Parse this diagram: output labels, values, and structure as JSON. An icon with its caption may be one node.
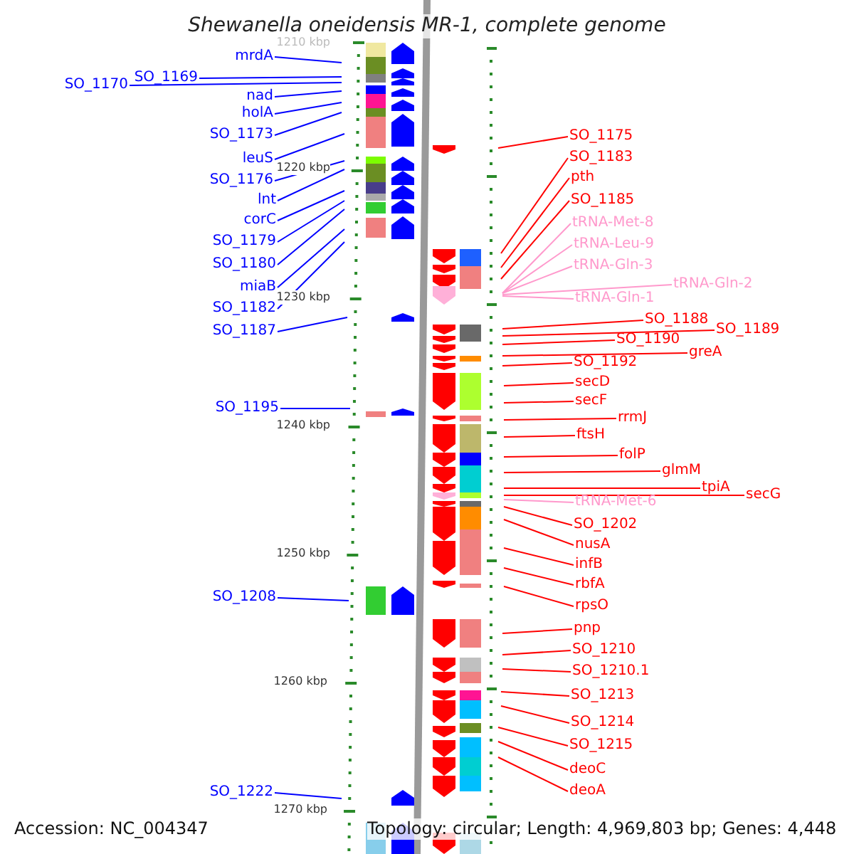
{
  "diagram": {
    "title": "Shewanella oneidensis MR-1, complete genome",
    "nodes": [
      {
        "text": [
          "mrdA"
        ]
      },
      {
        "text": [
          "SO_1169"
        ]
      },
      {
        "text": [
          "SO_1170"
        ]
      },
      {
        "text": [
          "nad"
        ]
      },
      {
        "text": [
          "holA"
        ]
      },
      {
        "text": [
          "SO_1173"
        ]
      },
      {
        "text": [
          "leuS"
        ]
      },
      {
        "text": [
          "SO_1176"
        ]
      },
      {
        "text": [
          "lnt"
        ]
      },
      {
        "text": [
          "corC"
        ]
      },
      {
        "text": [
          "SO_1179"
        ]
      },
      {
        "text": [
          "SO_1180"
        ]
      },
      {
        "text": [
          "miaB"
        ]
      },
      {
        "text": [
          "SO_1182"
        ]
      },
      {
        "text": [
          "SO_1187"
        ]
      },
      {
        "text": [
          "SO_1195"
        ]
      },
      {
        "text": [
          "SO_1208"
        ]
      },
      {
        "text": [
          "SO_1222"
        ]
      },
      {
        "text": [
          "SO_1175"
        ]
      },
      {
        "text": [
          "SO_1183"
        ]
      },
      {
        "text": [
          "pth"
        ]
      },
      {
        "text": [
          "SO_1185"
        ]
      },
      {
        "text": [
          "tRNA-Met-8"
        ]
      },
      {
        "text": [
          "tRNA-Leu-9"
        ]
      },
      {
        "text": [
          "tRNA-Gln-3"
        ]
      },
      {
        "text": [
          "tRNA-Gln-2"
        ]
      },
      {
        "text": [
          "tRNA-Gln-1"
        ]
      },
      {
        "text": [
          "SO_1188"
        ]
      },
      {
        "text": [
          "SO_1189"
        ]
      },
      {
        "text": [
          "SO_1190"
        ]
      },
      {
        "text": [
          "greA"
        ]
      },
      {
        "text": [
          "SO_1192"
        ]
      },
      {
        "text": [
          "secD"
        ]
      },
      {
        "text": [
          "secF"
        ]
      },
      {
        "text": [
          "rrmJ"
        ]
      },
      {
        "text": [
          "ftsH"
        ]
      },
      {
        "text": [
          "folP"
        ]
      },
      {
        "text": [
          "glmM"
        ]
      },
      {
        "text": [
          "tpiA"
        ]
      },
      {
        "text": [
          "secG"
        ]
      },
      {
        "text": [
          "tRNA-Met-6"
        ]
      },
      {
        "text": [
          "SO_1202"
        ]
      },
      {
        "text": [
          "nusA"
        ]
      },
      {
        "text": [
          "infB"
        ]
      },
      {
        "text": [
          "rbfA"
        ]
      },
      {
        "text": [
          "rpsO"
        ]
      },
      {
        "text": [
          "pnp"
        ]
      },
      {
        "text": [
          "SO_1210"
        ]
      },
      {
        "text": [
          "SO_1210.1"
        ]
      },
      {
        "text": [
          "SO_1213"
        ]
      },
      {
        "text": [
          "SO_1214"
        ]
      },
      {
        "text": [
          "SO_1215"
        ]
      },
      {
        "text": [
          "deoC"
        ]
      },
      {
        "text": [
          "deoA"
        ]
      }
    ],
    "edges": [
      {
        "from": 0,
        "to": null,
        "arrow": "none",
        "color": "#0000ff"
      },
      {
        "from": 1,
        "to": null,
        "arrow": "none",
        "color": "#0000ff"
      },
      {
        "from": 2,
        "to": null,
        "arrow": "none",
        "color": "#0000ff"
      },
      {
        "from": 3,
        "to": null,
        "arrow": "none",
        "color": "#0000ff"
      },
      {
        "from": 4,
        "to": null,
        "arrow": "none",
        "color": "#0000ff"
      },
      {
        "from": 5,
        "to": null,
        "arrow": "none",
        "color": "#0000ff"
      },
      {
        "from": 6,
        "to": null,
        "arrow": "none",
        "color": "#0000ff"
      },
      {
        "from": 7,
        "to": null,
        "arrow": "none",
        "color": "#0000ff"
      },
      {
        "from": 8,
        "to": null,
        "arrow": "none",
        "color": "#0000ff"
      },
      {
        "from": 9,
        "to": null,
        "arrow": "none",
        "color": "#0000ff"
      },
      {
        "from": 10,
        "to": null,
        "arrow": "none",
        "color": "#0000ff"
      },
      {
        "from": 11,
        "to": null,
        "arrow": "none",
        "color": "#0000ff"
      },
      {
        "from": 12,
        "to": null,
        "arrow": "none",
        "color": "#0000ff"
      },
      {
        "from": 13,
        "to": null,
        "arrow": "none",
        "color": "#0000ff"
      },
      {
        "from": 14,
        "to": null,
        "arrow": "none",
        "color": "#0000ff"
      },
      {
        "from": 15,
        "to": null,
        "arrow": "none",
        "color": "#0000ff"
      },
      {
        "from": 16,
        "to": null,
        "arrow": "none",
        "color": "#0000ff"
      },
      {
        "from": 17,
        "to": null,
        "arrow": "none",
        "color": "#0000ff"
      },
      {
        "from": 18,
        "to": null,
        "arrow": "none"
      },
      {
        "from": 19,
        "to": null,
        "arrow": "none"
      },
      {
        "from": 20,
        "to": null,
        "arrow": "none"
      },
      {
        "from": 21,
        "to": null,
        "arrow": "none"
      },
      {
        "from": 22,
        "to": null,
        "arrow": "none",
        "color": "#ff99cc"
      },
      {
        "from": 23,
        "to": null,
        "arrow": "none",
        "color": "#ff99cc"
      },
      {
        "from": 24,
        "to": null,
        "arrow": "none",
        "color": "#ff99cc"
      },
      {
        "from": 25,
        "to": null,
        "arrow": "none",
        "color": "#ff99cc"
      },
      {
        "from": 26,
        "to": null,
        "arrow": "none",
        "color": "#ff99cc"
      },
      {
        "from": 27,
        "to": null,
        "arrow": "none"
      },
      {
        "from": 28,
        "to": null,
        "arrow": "none"
      },
      {
        "from": 29,
        "to": null,
        "arrow": "none"
      },
      {
        "from": 30,
        "to": null,
        "arrow": "none"
      },
      {
        "from": 31,
        "to": null,
        "arrow": "none"
      },
      {
        "from": 32,
        "to": null,
        "arrow": "none"
      },
      {
        "from": 33,
        "to": null,
        "arrow": "none"
      },
      {
        "from": 34,
        "to": null,
        "arrow": "none"
      },
      {
        "from": 35,
        "to": null,
        "arrow": "none"
      },
      {
        "from": 36,
        "to": null,
        "arrow": "none"
      },
      {
        "from": 37,
        "to": null,
        "arrow": "none"
      },
      {
        "from": 38,
        "to": null,
        "arrow": "none"
      },
      {
        "from": 39,
        "to": null,
        "arrow": "none"
      },
      {
        "from": 40,
        "to": null,
        "arrow": "none",
        "color": "#ff99cc"
      },
      {
        "from": 41,
        "to": null,
        "arrow": "none"
      },
      {
        "from": 42,
        "to": null,
        "arrow": "none"
      },
      {
        "from": 43,
        "to": null,
        "arrow": "none"
      },
      {
        "from": 44,
        "to": null,
        "arrow": "none"
      },
      {
        "from": 45,
        "to": null,
        "arrow": "none"
      },
      {
        "from": 46,
        "to": null,
        "arrow": "none"
      },
      {
        "from": 47,
        "to": null,
        "arrow": "none"
      },
      {
        "from": 48,
        "to": null,
        "arrow": "none"
      },
      {
        "from": 49,
        "to": null,
        "arrow": "none"
      },
      {
        "from": 50,
        "to": null,
        "arrow": "none"
      },
      {
        "from": 51,
        "to": null,
        "arrow": "none"
      },
      {
        "from": 52,
        "to": null,
        "arrow": "none"
      },
      {
        "from": 53,
        "to": null,
        "arrow": "none"
      }
    ],
    "labels": [
      "1210 kbp",
      "1220 kbp",
      "1230 kbp",
      "1240 kbp",
      "1250 kbp",
      "1260 kbp",
      "1270 kbp",
      "Accession: NC_004347",
      "Topology: circular; Length: 4,969,803 bp; Genes: 4,448"
    ]
  }
}
